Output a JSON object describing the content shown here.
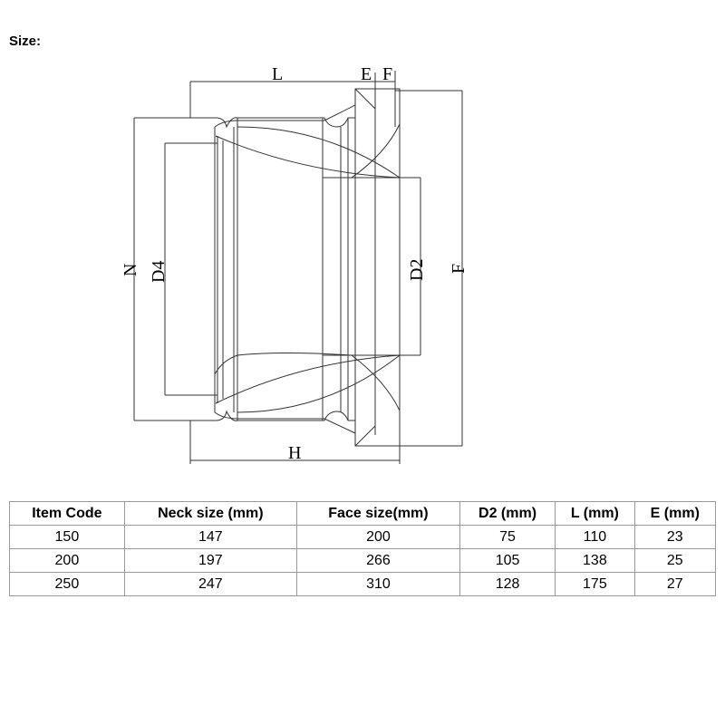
{
  "heading": "Size:",
  "diagram": {
    "labels": {
      "L": "L",
      "E": "E",
      "F_top": "F",
      "N": "N",
      "D4": "D4",
      "D2": "D2",
      "F_side": "F",
      "H": "H"
    }
  },
  "table": {
    "headers": [
      "Item Code",
      "Neck size (mm)",
      "Face size(mm)",
      "D2 (mm)",
      "L (mm)",
      "E (mm)"
    ],
    "rows": [
      [
        "150",
        "147",
        "200",
        "75",
        "110",
        "23"
      ],
      [
        "200",
        "197",
        "266",
        "105",
        "138",
        "25"
      ],
      [
        "250",
        "247",
        "310",
        "128",
        "175",
        "27"
      ]
    ]
  }
}
